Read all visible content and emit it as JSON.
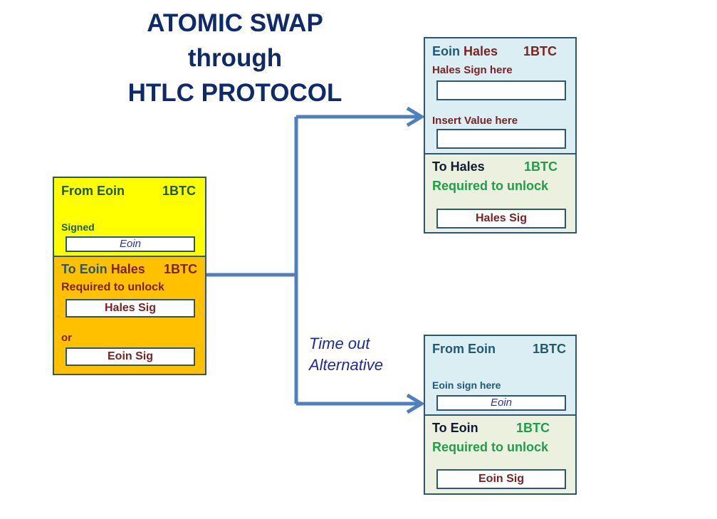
{
  "title": {
    "line1": "ATOMIC SWAP",
    "line2": "through",
    "line3": "HTLC PROTOCOL"
  },
  "colors": {
    "yellow": "#ffff00",
    "orange": "#ffc000",
    "light_blue": "#dbeef4",
    "light_green": "#ebf1de",
    "arrow": "#4f7fbe",
    "border": "#2e5572"
  },
  "left_tx": {
    "input": {
      "from_label": "From Eoin",
      "amount": "1BTC",
      "signed_label": "Signed",
      "signature_value": "Eoin"
    },
    "output": {
      "to_label": "To",
      "to_name_1": "Eoin",
      "to_name_2": "Hales",
      "amount": "1BTC",
      "required_label": "Required to unlock",
      "sig_1": "Hales Sig",
      "or_label": "or",
      "sig_2": "Eoin Sig"
    }
  },
  "timeout": {
    "line1": "Time out",
    "line2": "Alternative"
  },
  "top_right_tx": {
    "input": {
      "name_1": "Eoin",
      "name_2": "Hales",
      "amount": "1BTC",
      "sign_label": "Hales Sign here",
      "sign_value": "",
      "value_label": "Insert Value here",
      "value_value": ""
    },
    "output": {
      "to_label": "To Hales",
      "amount": "1BTC",
      "required_label": "Required to unlock",
      "sig": "Hales Sig"
    }
  },
  "bottom_right_tx": {
    "input": {
      "from_label": "From Eoin",
      "amount": "1BTC",
      "sign_label": "Eoin sign here",
      "sign_value": "Eoin"
    },
    "output": {
      "to_label": "To Eoin",
      "amount": "1BTC",
      "required_label": "Required to unlock",
      "sig": "Eoin Sig"
    }
  }
}
